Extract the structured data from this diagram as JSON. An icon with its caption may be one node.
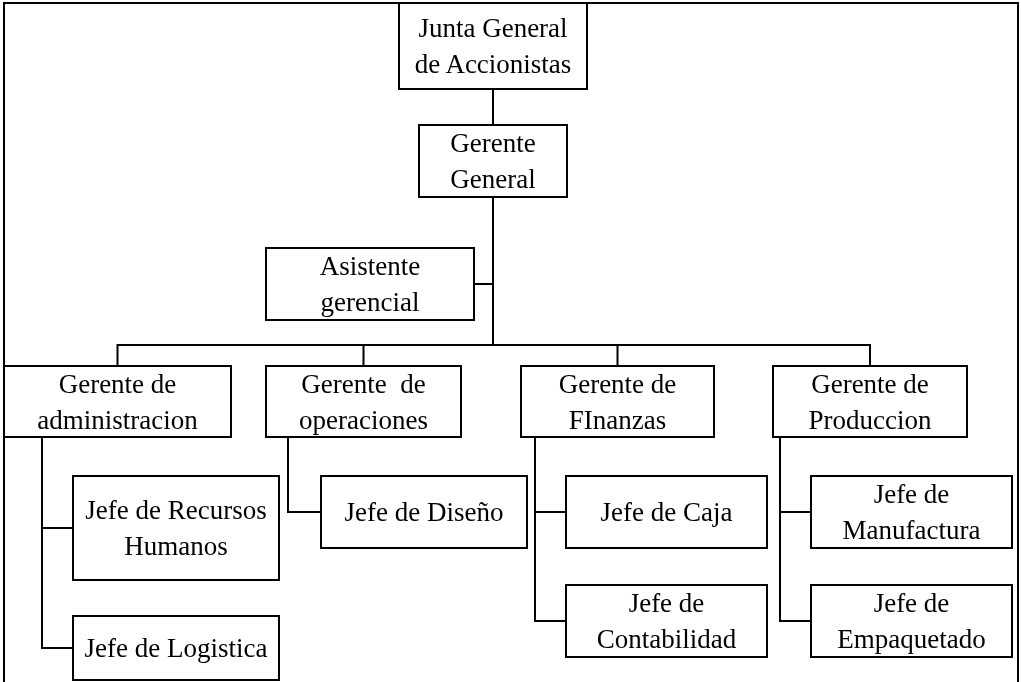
{
  "diagram": {
    "nodes": [
      {
        "text": [
          "Junta General de Accionistas"
        ]
      },
      {
        "text": [
          "Gerente General"
        ]
      },
      {
        "text": [
          "Asistente gerencial"
        ]
      },
      {
        "text": [
          "Gerente de administracion"
        ]
      },
      {
        "text": [
          "Gerente  de operaciones"
        ]
      },
      {
        "text": [
          "Gerente de FInanzas"
        ]
      },
      {
        "text": [
          "Gerente de Produccion"
        ]
      },
      {
        "text": [
          "Jefe de Recursos Humanos"
        ]
      },
      {
        "text": [
          "Jefe de Logistica"
        ]
      },
      {
        "text": [
          "Jefe de Diseño"
        ]
      },
      {
        "text": [
          "Jefe de Caja"
        ]
      },
      {
        "text": [
          "Jefe de Contabilidad"
        ]
      },
      {
        "text": [
          "Jefe de Manufactura"
        ]
      },
      {
        "text": [
          "Jefe de Empaquetado"
        ]
      }
    ],
    "edges": [
      {
        "from": 0,
        "to": 1,
        "arrow": "none"
      },
      {
        "from": 1,
        "to": 2,
        "arrow": "none"
      },
      {
        "from": 1,
        "to": 3,
        "arrow": "none"
      },
      {
        "from": 1,
        "to": 4,
        "arrow": "none"
      },
      {
        "from": 1,
        "to": 5,
        "arrow": "none"
      },
      {
        "from": 1,
        "to": 6,
        "arrow": "none"
      },
      {
        "from": 3,
        "to": 7,
        "arrow": "none"
      },
      {
        "from": 3,
        "to": 8,
        "arrow": "none"
      },
      {
        "from": 4,
        "to": 9,
        "arrow": "none"
      },
      {
        "from": 5,
        "to": 10,
        "arrow": "none"
      },
      {
        "from": 5,
        "to": 11,
        "arrow": "none"
      },
      {
        "from": 6,
        "to": 12,
        "arrow": "none"
      },
      {
        "from": 6,
        "to": 13,
        "arrow": "none"
      }
    ]
  }
}
